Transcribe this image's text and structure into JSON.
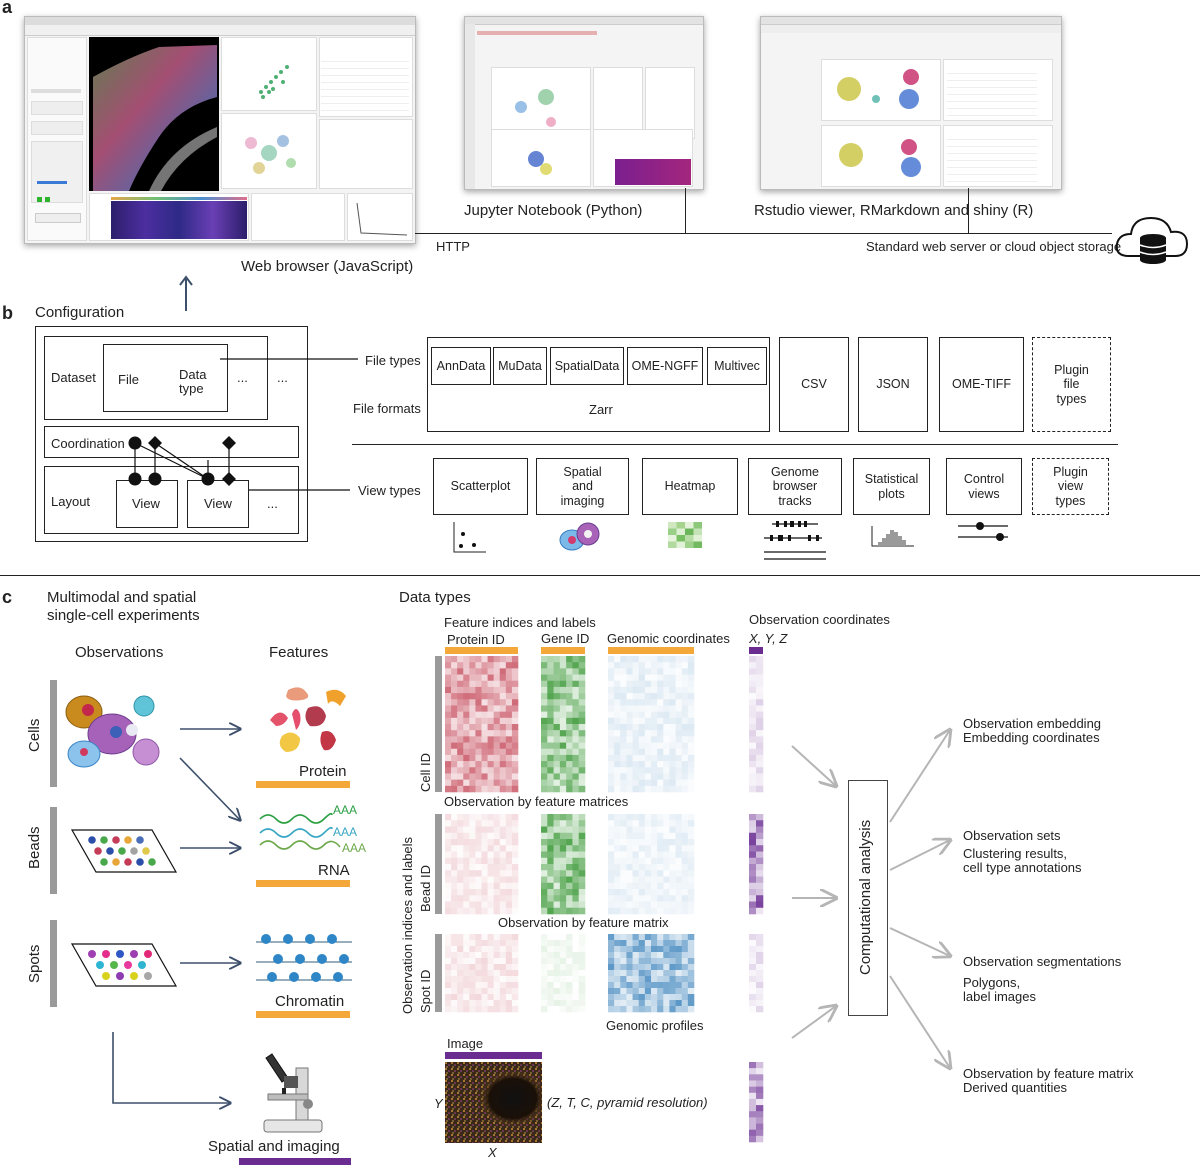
{
  "panels": {
    "a": "a",
    "b": "b",
    "c": "c"
  },
  "panel_a": {
    "web_label": "Web browser (JavaScript)",
    "jupyter_label": "Jupyter Notebook (Python)",
    "rstudio_label": "Rstudio viewer, RMarkdown and shiny (R)",
    "http_label": "HTTP",
    "server_label": "Standard web server or cloud object storage",
    "cloud_icon": "cloud-database-icon"
  },
  "panel_b": {
    "title": "Configuration",
    "dataset": "Dataset",
    "file": "File",
    "data_type": "Data\ntype",
    "ellipsis": "...",
    "coordination": "Coordination",
    "layout": "Layout",
    "view": "View",
    "file_types_label": "File types",
    "file_formats_label": "File formats",
    "view_types_label": "View types",
    "zarr_types": [
      "AnnData",
      "MuData",
      "SpatialData",
      "OME-NGFF",
      "Multivec"
    ],
    "zarr": "Zarr",
    "formats": [
      "CSV",
      "JSON",
      "OME-TIFF"
    ],
    "plugin_file": "Plugin\nfile\ntypes",
    "view_types": [
      "Scatterplot",
      "Spatial\nand\nimaging",
      "Heatmap",
      "Genome\nbrowser\ntracks",
      "Statistical\nplots",
      "Control\nviews"
    ],
    "plugin_view": "Plugin\nview\ntypes"
  },
  "panel_c": {
    "title1": "Multimodal and spatial",
    "title2": "single-cell experiments",
    "observations": "Observations",
    "features": "Features",
    "rows": [
      "Cells",
      "Beads",
      "Spots"
    ],
    "feature_names": [
      "Protein",
      "RNA",
      "Chromatin"
    ],
    "rna_label": "AAA",
    "spatial_imaging": "Spatial and imaging",
    "data_types": "Data types",
    "feature_indices": "Feature indices and labels",
    "col_labels": [
      "Protein ID",
      "Gene ID",
      "Genomic coordinates"
    ],
    "obs_coords": "Observation coordinates",
    "xyz": "X, Y, Z",
    "row_ids": [
      "Cell ID",
      "Bead ID",
      "Spot ID"
    ],
    "obs_indices": "Observation indices and labels",
    "matrices_label": "Observation by feature matrices",
    "matrix_label": "Observation by feature matrix",
    "genomic_profiles": "Genomic profiles",
    "image": "Image",
    "image_axes": "(Z, T, C, pyramid resolution)",
    "axis_y": "Y",
    "axis_x": "X",
    "computational": "Computational analysis",
    "outputs": [
      {
        "title": "Observation embedding",
        "sub": "Embedding coordinates"
      },
      {
        "title": "Observation sets",
        "sub": "Clustering results,\ncell type annotations"
      },
      {
        "title": "Observation segmentations",
        "sub": "Polygons,\nlabel images"
      },
      {
        "title": "Observation by feature matrix",
        "sub": "Derived quantities"
      }
    ]
  },
  "colors": {
    "orange": "#f5a83a",
    "purple": "#6a2c91",
    "protein_red": "#c0394b",
    "gene_green": "#3e9a3a",
    "genomic_blue": "#3f85bd",
    "arrow_gray": "#b5b5b5",
    "nav_blue": "#3d4f6b"
  }
}
